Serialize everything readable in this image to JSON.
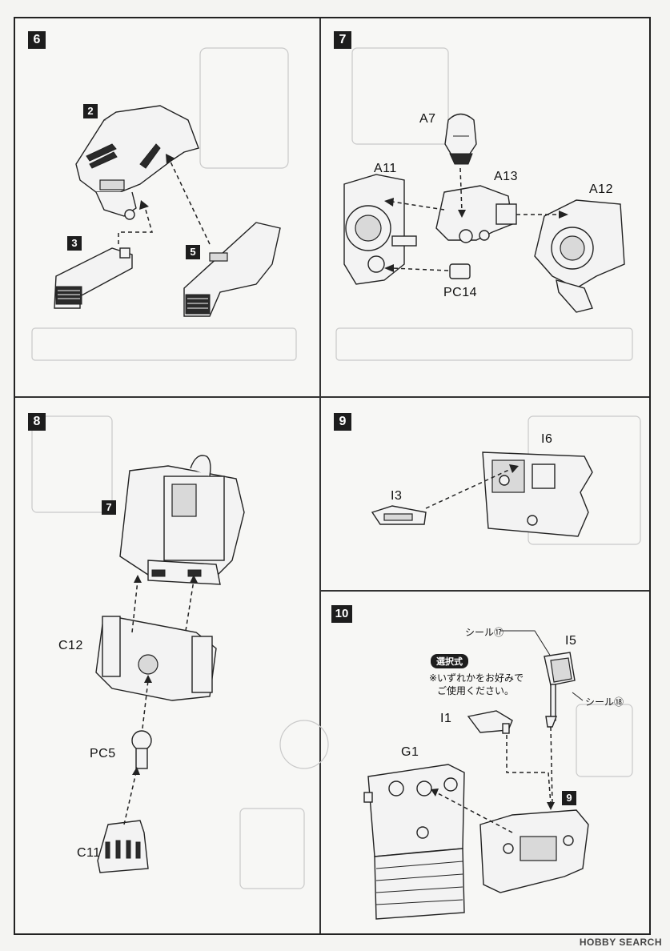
{
  "steps": {
    "s6": {
      "number": "6",
      "refs": {
        "r2": "2",
        "r3": "3",
        "r5": "5"
      }
    },
    "s7": {
      "number": "7",
      "parts": {
        "a7": "A7",
        "a11": "A11",
        "a13": "A13",
        "a12": "A12",
        "pc14": "PC14"
      }
    },
    "s8": {
      "number": "8",
      "refs": {
        "r7": "7"
      },
      "parts": {
        "c12": "C12",
        "pc5": "PC5",
        "c11": "C11"
      }
    },
    "s9": {
      "number": "9",
      "parts": {
        "i6": "I6",
        "i3": "I3"
      }
    },
    "s10": {
      "number": "10",
      "badge": "選択式",
      "note_line1": "※いずれかをお好みで",
      "note_line2": "ご使用ください。",
      "seal_17": "シール⑰",
      "seal_18": "シール⑱",
      "refs": {
        "r9": "9"
      },
      "parts": {
        "i5": "I5",
        "i1": "I1",
        "g1": "G1"
      }
    }
  },
  "watermark": "HOBBY SEARCH"
}
